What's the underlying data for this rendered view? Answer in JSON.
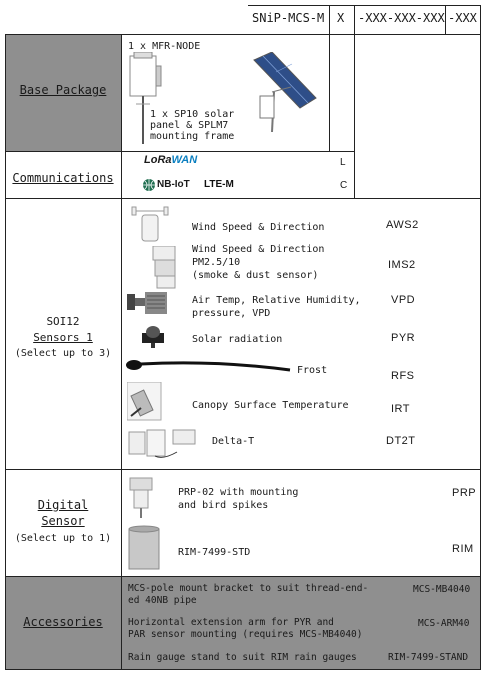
{
  "header": {
    "model": "SNiP-MCS-M",
    "x": "X",
    "part1": "-XXX-XXX-XXX",
    "part2": "-XXX"
  },
  "base": {
    "title": "Base Package",
    "node": "1 x MFR-NODE",
    "solar": "1 x SP10 solar\npanel & SPLM7\nmounting frame"
  },
  "comms": {
    "title": "Communications",
    "lorawan": "LoRaWAN",
    "nbiot": "NB-IoT",
    "ltem": "LTE-M",
    "code_l": "L",
    "code_c": "C"
  },
  "sensors": {
    "title_line1": "SOI12",
    "title_line2": "Sensors 1",
    "subtitle": "(Select up to 3)",
    "items": [
      {
        "label": "Wind Speed & Direction",
        "code": "AWS2"
      },
      {
        "label": "Wind Speed & Direction\nPM2.5/10\n(smoke & dust sensor)",
        "code": "IMS2"
      },
      {
        "label": "Air Temp, Relative Humidity,\npressure, VPD",
        "code": "VPD"
      },
      {
        "label": "Solar radiation",
        "code": "PYR"
      },
      {
        "label": "Frost",
        "code": "RFS"
      },
      {
        "label": "Canopy Surface Temperature",
        "code": "IRT"
      },
      {
        "label": "Delta-T",
        "code": "DT2T"
      }
    ]
  },
  "digital": {
    "title_line1": "Digital",
    "title_line2": "Sensor",
    "subtitle": "(Select up to 1)",
    "items": [
      {
        "label": "PRP-02 with mounting\nand bird spikes",
        "code": "PRP"
      },
      {
        "label": "RIM-7499-STD",
        "code": "RIM"
      }
    ]
  },
  "accessories": {
    "title": "Accessories",
    "items": [
      {
        "label": "MCS-pole mount bracket to suit thread-end-\ned 40NB pipe",
        "code": "MCS-MB4040"
      },
      {
        "label": "Horizontal extension arm for PYR and\nPAR sensor mounting (requires MCS-MB4040)",
        "code": "MCS-ARM40"
      },
      {
        "label": "Rain gauge stand to suit RIM rain gauges",
        "code": "RIM-7499-STAND"
      }
    ]
  },
  "colors": {
    "grey": "#8f8f8f",
    "lte_red": "#e0302b",
    "lora_blue": "#0b7fc0"
  }
}
